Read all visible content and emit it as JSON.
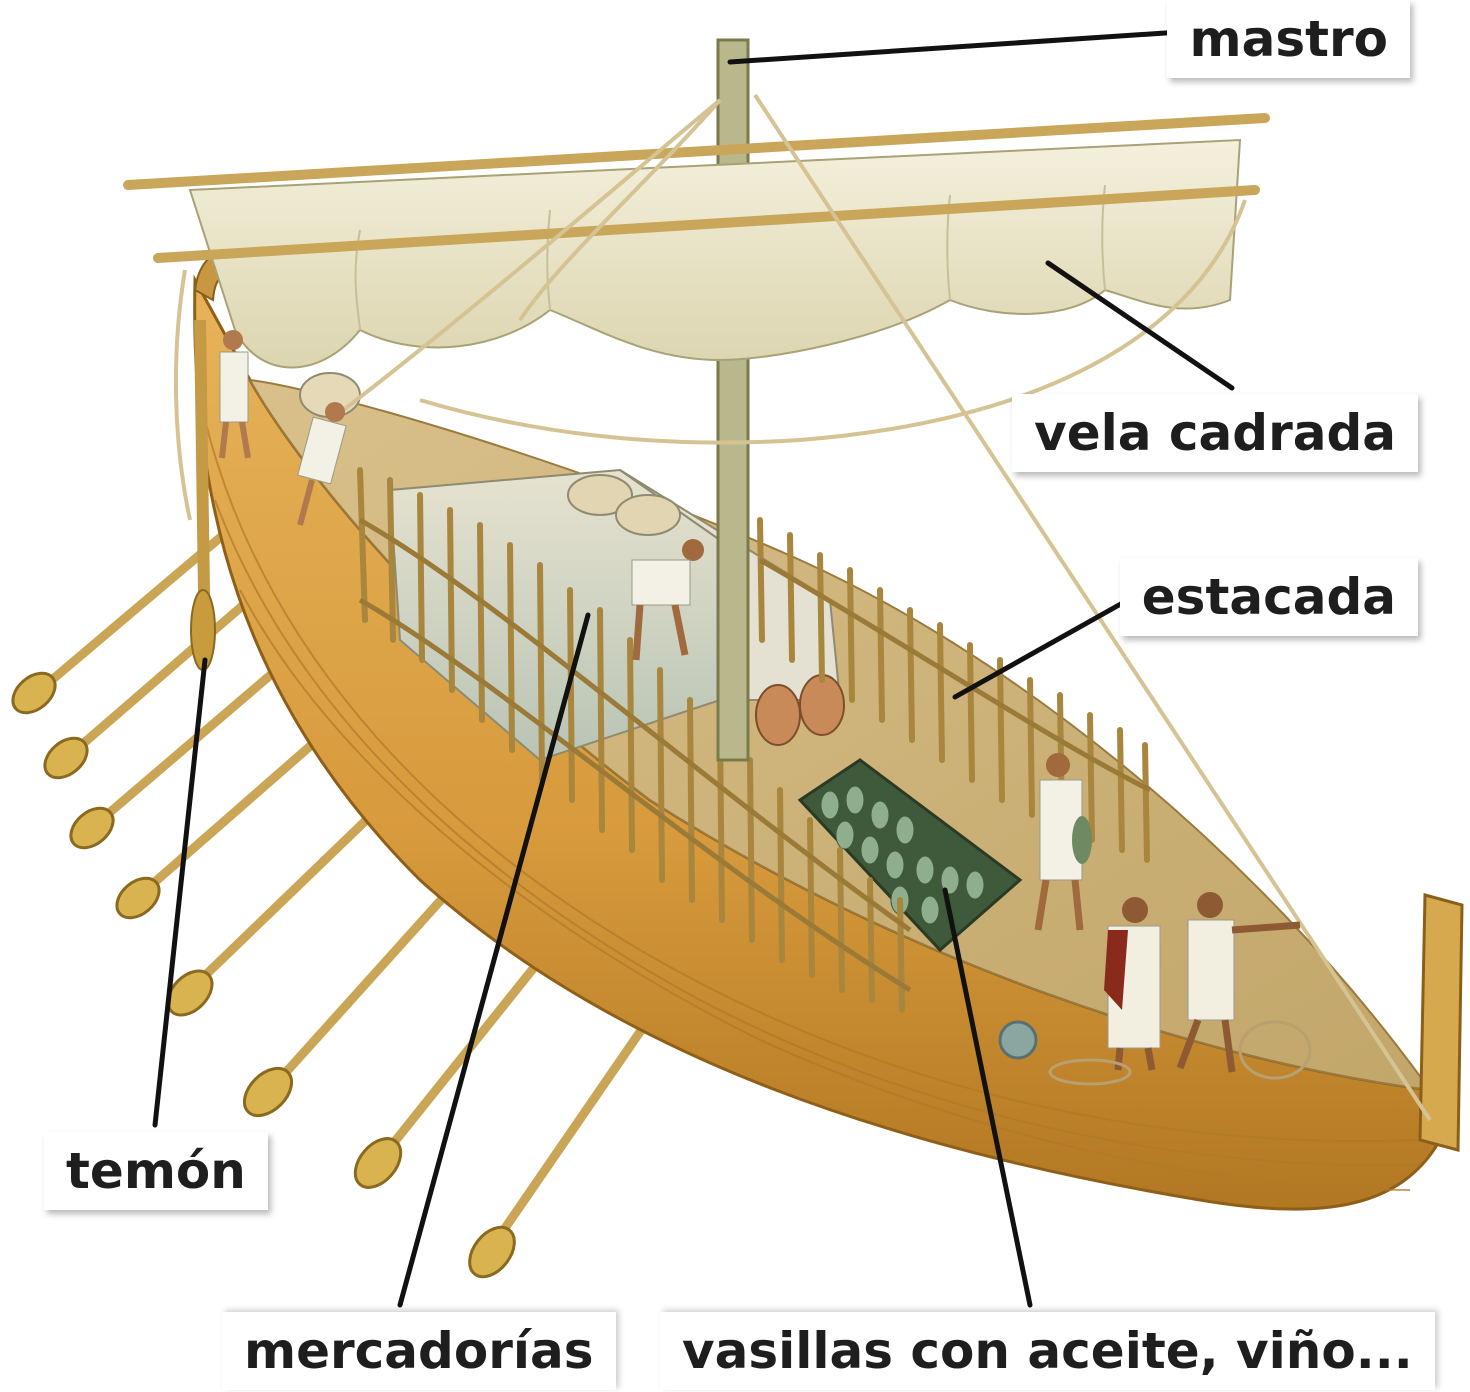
{
  "labels": {
    "mastro": "mastro",
    "vela_cadrada": "vela cadrada",
    "estacada": "estacada",
    "temon": "temón",
    "mercadorias": "mercadorías",
    "vasillas": "vasillas con aceite, viño..."
  },
  "colors": {
    "hull": "#d9a447",
    "hull_dark": "#b67d22",
    "deck": "#cfb47a",
    "sail": "#eee9cf",
    "rope": "#d8c79a",
    "leader_line": "#111111"
  }
}
